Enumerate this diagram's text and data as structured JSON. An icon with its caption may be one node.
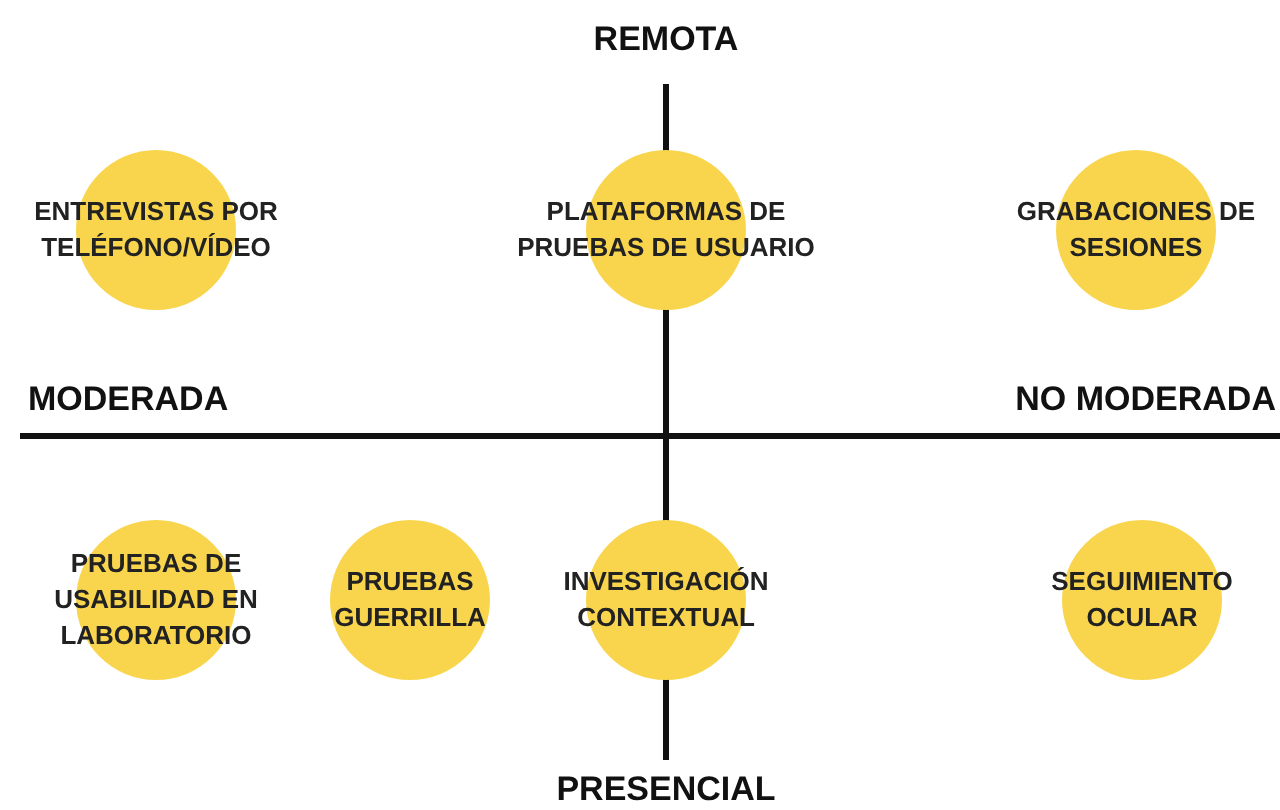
{
  "diagram": {
    "nodes": [
      {
        "text": [
          "ENTREVISTAS POR TELÉFONO/VÍDEO"
        ]
      },
      {
        "text": [
          "PLATAFORMAS DE PRUEBAS DE USUARIO"
        ]
      },
      {
        "text": [
          "GRABACIONES DE SESIONES"
        ]
      },
      {
        "text": [
          "PRUEBAS DE USABILIDAD EN LABORATORIO"
        ]
      },
      {
        "text": [
          "PRUEBAS GUERRILLA"
        ]
      },
      {
        "text": [
          "INVESTIGACIÓN CONTEXTUAL"
        ]
      },
      {
        "text": [
          "SEGUIMIENTO OCULAR"
        ]
      }
    ],
    "labels": [
      "REMOTA",
      "MODERADA",
      "NO MODERADA",
      "PRESENCIAL"
    ]
  }
}
